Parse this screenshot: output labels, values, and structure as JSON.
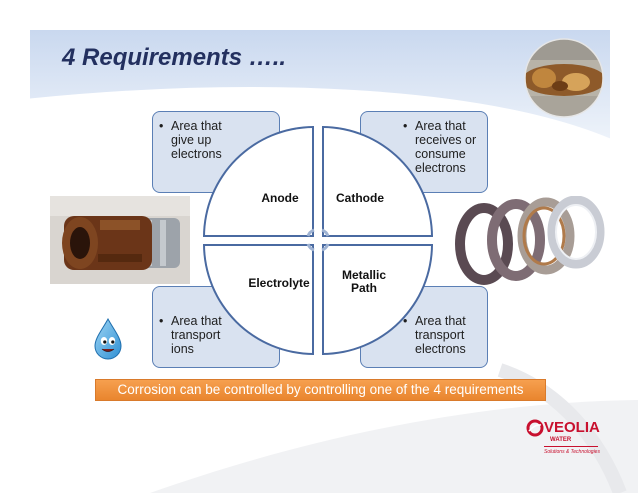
{
  "slide": {
    "title": "4 Requirements …..",
    "quadrants": {
      "top_left": {
        "bullet": "Area that give up electrons",
        "center_label": "Anode"
      },
      "top_right": {
        "bullet": "Area that receives or consume electrons",
        "center_label": "Cathode"
      },
      "bottom_left": {
        "bullet": "Area that transport ions",
        "center_label": "Electrolyte"
      },
      "bottom_right": {
        "bullet": "Area that transport electrons",
        "center_label": "Metallic Path"
      }
    },
    "banner_text": "Corrosion can be controlled by controlling one of the 4 requirements"
  },
  "logo": {
    "brand": "VEOLIA",
    "sub": "WATER",
    "tagline": "Solutions & Technologies"
  },
  "colors": {
    "title": "#23305f",
    "box_fill": "#d9e2f0",
    "box_border": "#5b7fb5",
    "circle_border": "#4a6aa1",
    "banner": "#ee8f39",
    "brand_red": "#c8102e"
  },
  "icons": {
    "drop": "water-drop-mascot-icon",
    "logo_mark": "veolia-logo-mark-icon",
    "arcs": "recycle-arcs-icon"
  }
}
